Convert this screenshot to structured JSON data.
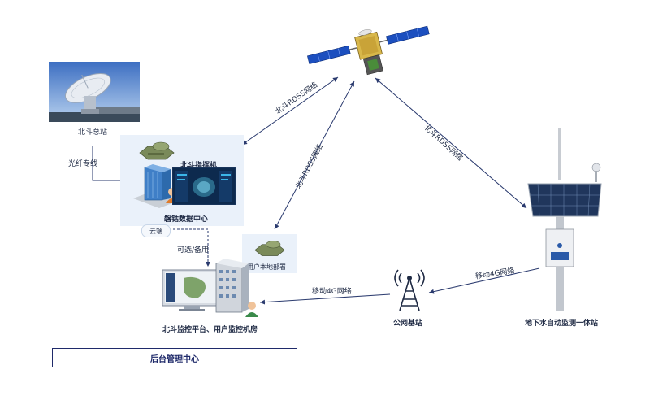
{
  "nodes": {
    "ground_station": "北斗总站",
    "commander": "北斗指挥机",
    "data_center": "磐钴数据中心",
    "cloud": "云端",
    "local_deploy": "用户本地部署",
    "platform": "北斗监控平台、用户监控机房",
    "base_station": "公网基站",
    "monitor_station": "地下水自动监测一体站"
  },
  "links": {
    "fiber": "光纤专线",
    "rdss_left": "北斗RDSS网络",
    "rdss_mid": "北斗RDSS网络",
    "rdss_right": "北斗RDSS网络",
    "optional": "可选/备用",
    "net4g_left": "移动4G网络",
    "net4g_right": "移动4G网络"
  },
  "footer": {
    "title": "后台管理中心"
  },
  "colors": {
    "arrow": "#2a3a6e",
    "panel": "#eaf1fa",
    "accent": "#1f2a6a"
  }
}
